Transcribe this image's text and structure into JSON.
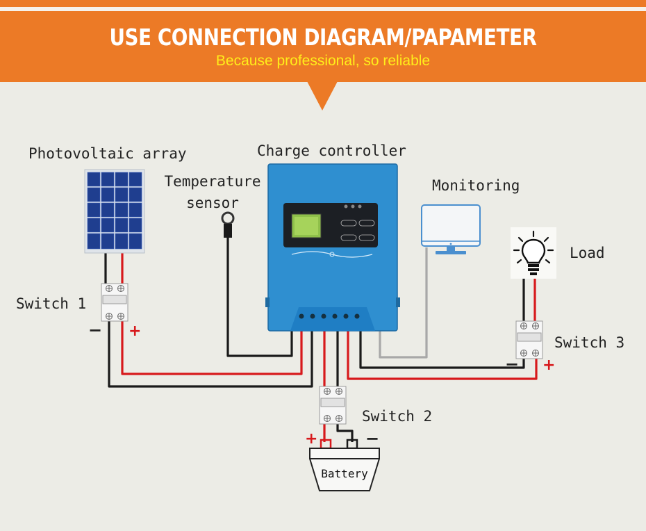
{
  "header": {
    "title": "USE CONNECTION DIAGRAM/PAPAMETER",
    "subtitle": "Because professional, so reliable"
  },
  "labels": {
    "pv_array": "Photovoltaic array",
    "charge_controller": "Charge controller",
    "temp_sensor_line1": "Temperature",
    "temp_sensor_line2": "sensor",
    "monitoring": "Monitoring",
    "load": "Load",
    "switch1": "Switch 1",
    "switch2": "Switch 2",
    "switch3": "Switch 3",
    "battery": "Battery"
  },
  "polarity": {
    "pos": "+",
    "neg": "−"
  },
  "colors": {
    "header_bg": "#ec7a26",
    "subtitle": "#ffee1a",
    "wire_positive": "#d7191c",
    "wire_negative": "#1a1a1a",
    "wire_signal": "#a8a8a8",
    "controller_body": "#2f8fd0"
  }
}
